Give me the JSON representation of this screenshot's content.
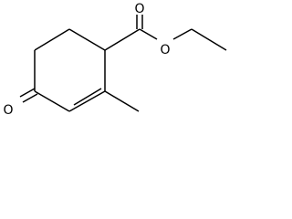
{
  "molecule": {
    "atoms": {
      "o_carbonyl_ester": "O",
      "o_ether_ester": "O",
      "o_ketone": "O"
    },
    "colors": {
      "bond": "#000000",
      "label": "#000000",
      "background": "#ffffff"
    }
  }
}
